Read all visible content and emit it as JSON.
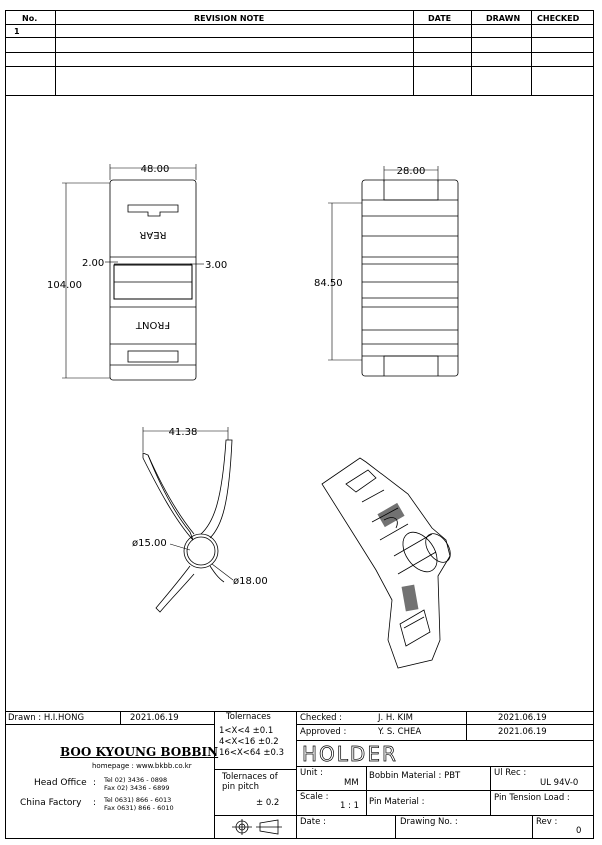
{
  "revision_table": {
    "headers": {
      "no": "No.",
      "note": "REVISION  NOTE",
      "date": "DATE",
      "drawn": "DRAWN",
      "checked": "CHECKED"
    },
    "rows": [
      {
        "no": "1",
        "note": "",
        "date": "",
        "drawn": "",
        "checked": ""
      },
      {
        "no": "",
        "note": "",
        "date": "",
        "drawn": "",
        "checked": ""
      },
      {
        "no": "",
        "note": "",
        "date": "",
        "drawn": "",
        "checked": ""
      }
    ]
  },
  "dimensions": {
    "front_width": "48.00",
    "front_height": "104.00",
    "gap_left": "2.00",
    "gap_right": "3.00",
    "side_width": "28.00",
    "side_height": "84.50",
    "profile_width": "41.38",
    "inner_diameter": "ø15.00",
    "outer_diameter": "ø18.00",
    "label_rear": "REAR",
    "label_front": "FRONT"
  },
  "title_block": {
    "drawn_label": "Drawn :",
    "drawn_by": "H.I.HONG",
    "drawn_date": "2021.06.19",
    "company": "BOO KYOUNG BOBBIN",
    "homepage": "homepage : www.bkbb.co.kr",
    "head_office_label": "Head Office",
    "head_office_tel": "Tel  02) 3436 - 0898",
    "head_office_fax": "Fax  02) 3436 - 6899",
    "china_factory_label": "China Factory",
    "china_factory_tel": "Tel  0631) 866 - 6013",
    "china_factory_fax": "Fax  0631) 866 - 6010",
    "tolerances_title": "Tolernaces",
    "tolerances": [
      "1<X<4    ±0.1",
      "4<X<16  ±0.2",
      "16<X<64 ±0.3"
    ],
    "pin_pitch_title": "Tolernaces of pin pitch",
    "pin_pitch_value": "± 0.2",
    "checked_label": "Checked :",
    "checked_by": "J. H. KIM",
    "checked_date": "2021.06.19",
    "approved_label": "Approved :",
    "approved_by": "Y. S. CHEA",
    "approved_date": "2021.06.19",
    "part_name": "HOLDER",
    "unit_label": "Unit :",
    "unit_value": "MM",
    "bobbin_material": "Bobbin Material : PBT",
    "ul_rec_label": "Ul Rec :",
    "ul_rec_value": "UL 94V-0",
    "scale_label": "Scale :",
    "scale_value": "1 : 1",
    "pin_material": "Pin Material :",
    "pin_tension": "Pin Tension Load :",
    "date_label": "Date :",
    "drawing_no": "Drawing No. :",
    "rev_label": "Rev :",
    "rev_value": "0"
  }
}
